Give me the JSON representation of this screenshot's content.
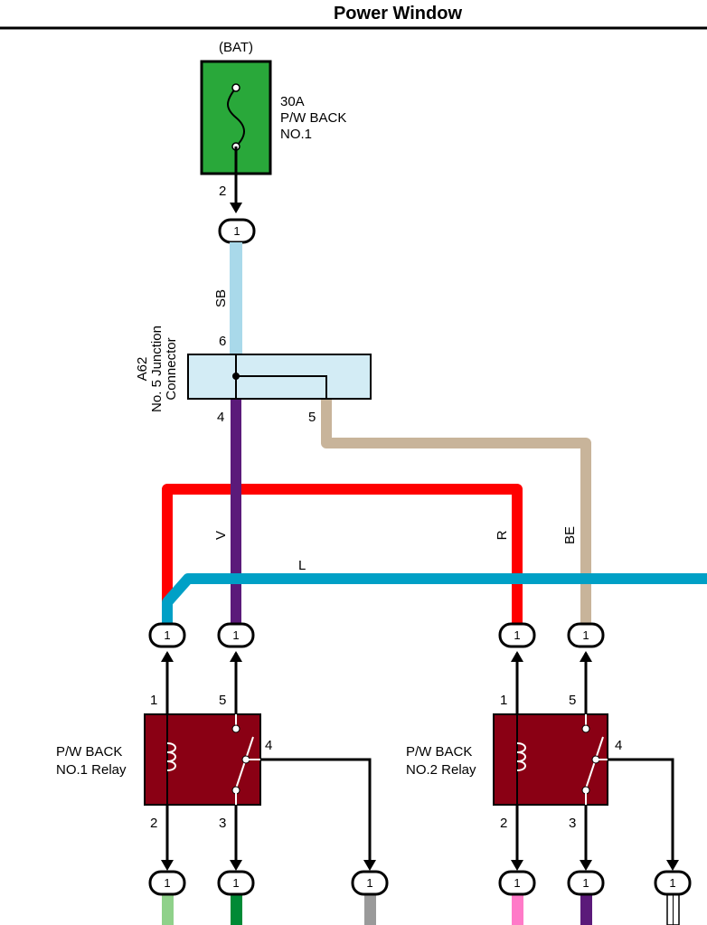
{
  "title": "Power Window",
  "colors": {
    "SB": "#a9d9ea",
    "V": "#5b1a7a",
    "BE": "#c8b49a",
    "R": "#ff0000",
    "L": "#00a0c6",
    "fuse_fill": "#29a83a",
    "junction_fill": "#d3ecf5",
    "relay_fill": "#8a0014",
    "light_green": "#8fd18a",
    "green": "#008a36",
    "gray": "#9a9a9a",
    "pink": "#ff7ac8"
  },
  "fuse": {
    "source": "(BAT)",
    "rating": "30A",
    "name_line1": "P/W BACK",
    "name_line2": "NO.1",
    "pin": "2",
    "icon": "fuse-icon"
  },
  "junction": {
    "id": "A62",
    "name_line1": "No. 5 Junction",
    "name_line2": "Connector",
    "pin_in": "6",
    "pin_out_a": "4",
    "pin_out_b": "5"
  },
  "wires": {
    "sb": "SB",
    "v": "V",
    "r": "R",
    "be": "BE",
    "l": "L"
  },
  "connector_label": "1",
  "relay1": {
    "name_line1": "P/W BACK",
    "name_line2": "NO.1 Relay",
    "pin1": "1",
    "pin5": "5",
    "pin4": "4",
    "pin2": "2",
    "pin3": "3",
    "icon": "relay-icon"
  },
  "relay2": {
    "name_line1": "P/W BACK",
    "name_line2": "NO.2 Relay",
    "pin1": "1",
    "pin5": "5",
    "pin4": "4",
    "pin2": "2",
    "pin3": "3",
    "icon": "relay-icon"
  }
}
